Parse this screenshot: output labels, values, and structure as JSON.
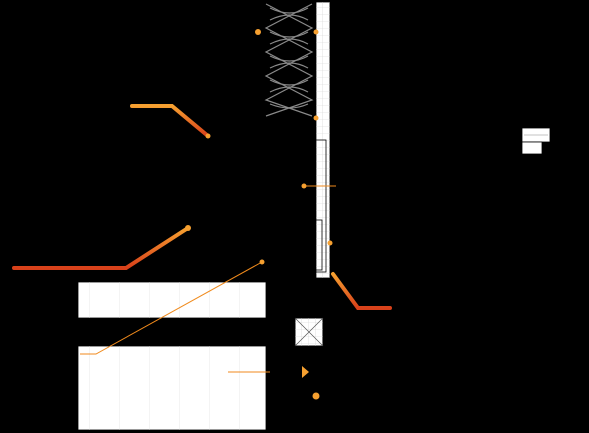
{
  "diagram": {
    "background_color": "#000000",
    "leader_color": "#f08a1c",
    "leader_glow_color": "#e0451a",
    "mesh_color": "#8a8a8a",
    "wall_color": "#ffffff",
    "grid_color": "#cfcfcf",
    "callouts": [
      "callout-top-right",
      "callout-mesh-left",
      "callout-upper-left-diagonal",
      "callout-right-2",
      "callout-right-3",
      "callout-right-4",
      "callout-right-5-diagonal",
      "callout-left-mid-diagonal",
      "callout-left-lower",
      "callout-panel-arrow",
      "callout-bottom-right"
    ],
    "legend_item": "legend-box"
  }
}
